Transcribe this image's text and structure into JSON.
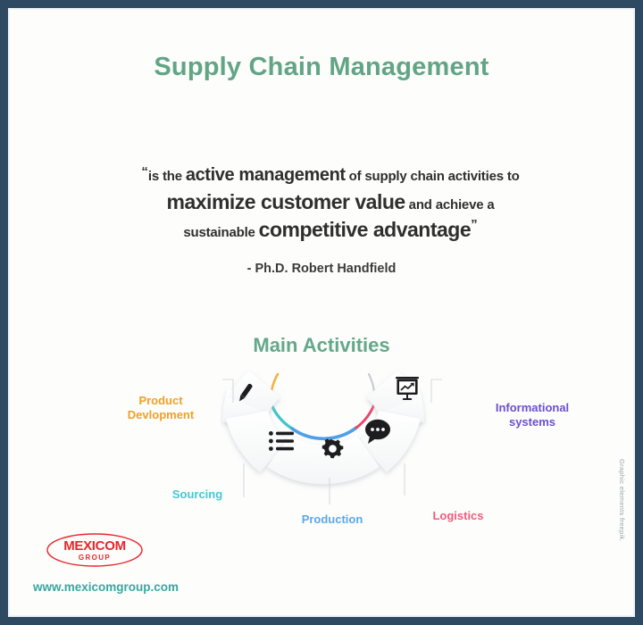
{
  "poster": {
    "title": "Supply Chain Management",
    "frame_color": "#2e4a63",
    "background_color": "#fdfdfc",
    "title_color": "#62a585"
  },
  "quote": {
    "open_mark": "“",
    "close_mark": "”",
    "line1_a": "is the ",
    "line1_b": "active management",
    "line1_c": " of supply chain activities to",
    "line2_a": "maximize customer value",
    "line2_b": " and achieve a",
    "line3_a": "sustainable ",
    "line3_b": "competitive advantage",
    "attribution": "- Ph.D. Robert Handfield"
  },
  "section": {
    "heading": "Main Activities",
    "heading_color": "#64a88a"
  },
  "diagram": {
    "arc_colors": [
      "#f2b33d",
      "#3fc6c8",
      "#4f9fe8",
      "#e8476a",
      "#c9cdd2"
    ],
    "segments": [
      {
        "key": "product-development",
        "icon": "pencil-icon",
        "label": "Product\nDevlopment",
        "label_line1": "Product",
        "label_line2": "Devlopment",
        "color": "#f0a024"
      },
      {
        "key": "sourcing",
        "icon": "list-icon",
        "label": "Sourcing",
        "label_line1": "Sourcing",
        "label_line2": "",
        "color": "#45c8d4"
      },
      {
        "key": "production",
        "icon": "gear-icon",
        "label": "Production",
        "label_line1": "Production",
        "label_line2": "",
        "color": "#5aa8e8"
      },
      {
        "key": "logistics",
        "icon": "chat-bubble-icon",
        "label": "Logistics",
        "label_line1": "Logistics",
        "label_line2": "",
        "color": "#ee5d7d"
      },
      {
        "key": "informational-systems",
        "icon": "presentation-icon",
        "label": "Informational systems",
        "label_line1": "Informational",
        "label_line2": "systems",
        "color": "#6b4fd0"
      }
    ]
  },
  "branding": {
    "logo_name": "MEXICOM",
    "logo_subtitle": "GROUP",
    "logo_color": "#e8262c",
    "website": "www.mexicomgroup.com",
    "website_color": "#3aa6a0"
  },
  "credit": {
    "text": "Graphic elements freepik."
  }
}
